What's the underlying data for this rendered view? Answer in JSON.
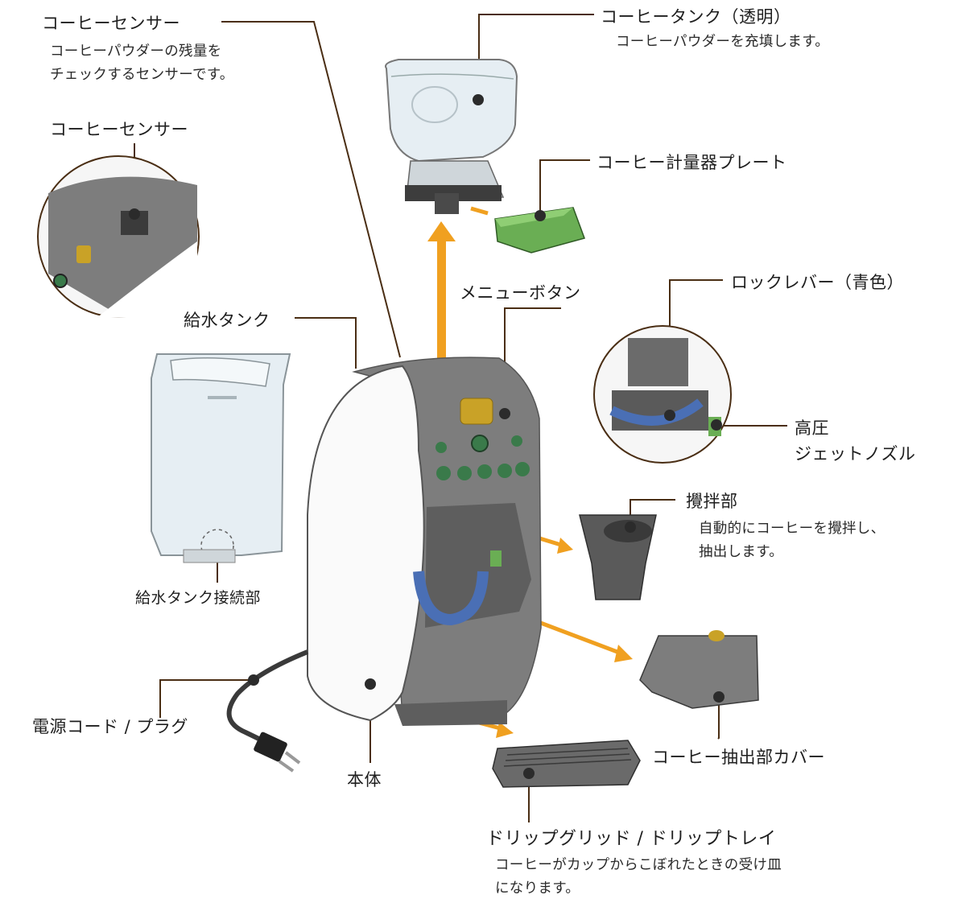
{
  "labels": {
    "sensor_top": {
      "title": "コーヒーセンサー",
      "desc": [
        "コーヒーパウダーの残量を",
        "チェックするセンサーです。"
      ]
    },
    "sensor_zoom": {
      "title": "コーヒーセンサー"
    },
    "coffee_tank": {
      "title": "コーヒータンク（透明）",
      "desc": [
        "コーヒーパウダーを充填します。"
      ]
    },
    "measure_plate": {
      "title": "コーヒー計量器プレート"
    },
    "menu_button": {
      "title": "メニューボタン"
    },
    "lock_lever": {
      "title": "ロックレバー（青色）"
    },
    "water_tank": {
      "title": "給水タンク"
    },
    "nozzle": {
      "title": [
        "高圧",
        "ジェットノズル"
      ]
    },
    "stirrer": {
      "title": "攪拌部",
      "desc": [
        "自動的にコーヒーを攪拌し、",
        "抽出します。"
      ]
    },
    "water_connect": {
      "title": "給水タンク接続部"
    },
    "extract_cover": {
      "title": "コーヒー抽出部カバー"
    },
    "power_cord": {
      "title": "電源コード / プラグ"
    },
    "body": {
      "title": "本体"
    },
    "drip": {
      "title": "ドリップグリッド / ドリップトレイ",
      "desc": [
        "コーヒーがカップからこぼれたときの受け皿",
        "になります。"
      ]
    }
  },
  "colors": {
    "leader": "#4a2e14",
    "arrow": "#f0a020",
    "machine_gray": "#7d7d7d",
    "machine_dark": "#5e5e5e",
    "body_white": "#fafafa",
    "lever_blue": "#4a6fb5",
    "plate_green": "#6aae54",
    "button_green": "#3a7a4a",
    "tank_clear": "#e6eef3",
    "badge_gold": "#c9a227"
  }
}
